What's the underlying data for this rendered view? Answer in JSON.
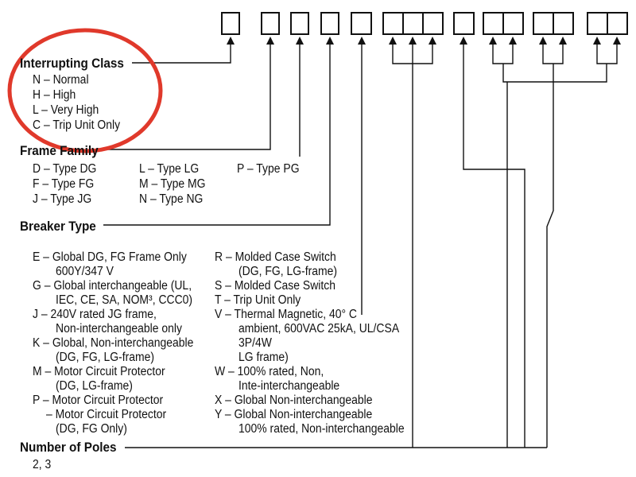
{
  "sections": {
    "interrupting_class": {
      "title": "Interrupting Class",
      "items": [
        "N – Normal",
        "H – High",
        "L – Very High",
        "C – Trip Unit Only"
      ]
    },
    "frame_family": {
      "title": "Frame Family",
      "items": [
        "D – Type DG",
        "F – Type FG",
        "J – Type JG",
        "L – Type LG",
        "M – Type MG",
        "N – Type NG",
        "P – Type PG"
      ]
    },
    "breaker_type": {
      "title": "Breaker Type",
      "left_items": [
        "E – Global DG, FG Frame Only",
        "600Y/347 V",
        "G – Global interchangeable (UL,",
        "IEC, CE, SA, NOM³, CCC0)",
        "J – 240V rated JG frame,",
        "Non-interchangeable only",
        "K – Global, Non-interchangeable",
        "(DG, FG, LG-frame)",
        "M – Motor Circuit Protector",
        "(DG, LG-frame)",
        "P – Motor Circuit Protector",
        "– Motor Circuit Protector",
        "(DG, FG Only)"
      ],
      "right_items": [
        "R – Molded Case Switch",
        "(DG, FG, LG-frame)",
        "S – Molded Case Switch",
        "T – Trip Unit Only",
        "V – Thermal Magnetic, 40° C",
        "ambient, 600VAC 25kA, UL/CSA",
        "3P/4W",
        "LG frame)",
        "W – 100% rated, Non,",
        "Inte-interchangeable",
        "X – Global Non-interchangeable",
        "Y – Global Non-interchangeable",
        "100% rated, Non-interchangeable"
      ]
    },
    "number_of_poles": {
      "title": "Number of Poles",
      "items": [
        "2, 3"
      ]
    }
  }
}
